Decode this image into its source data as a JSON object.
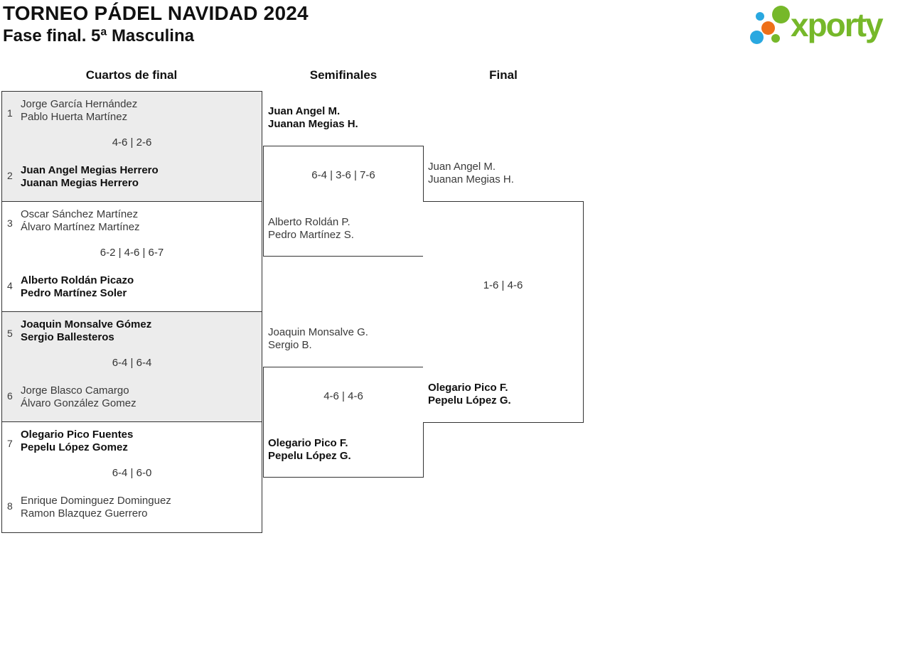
{
  "header": {
    "title": "TORNEO PÁDEL NAVIDAD 2024",
    "subtitle": "Fase final. 5ª Masculina"
  },
  "logo": {
    "text": "xporty",
    "green": "#76b82a",
    "blue": "#29a8e0",
    "orange": "#ee7019"
  },
  "rounds": {
    "quarterfinals": "Cuartos de final",
    "semifinals": "Semifinales",
    "final": "Final"
  },
  "colors": {
    "shaded_box_bg": "#ececec",
    "border": "#333333",
    "winner_text": "#101010",
    "regular_text": "#3a3a3a"
  },
  "bracket": {
    "quarterfinals": [
      {
        "seeds": [
          "1",
          "2"
        ],
        "top": {
          "p1": "Jorge García Hernández",
          "p2": "Pablo Huerta Martínez",
          "winner": false
        },
        "score": "4-6 | 2-6",
        "bottom": {
          "p1": "Juan Angel Megias Herrero",
          "p2": "Juanan Megias Herrero",
          "winner": true
        }
      },
      {
        "seeds": [
          "3",
          "4"
        ],
        "top": {
          "p1": "Oscar Sánchez Martínez",
          "p2": "Álvaro Martínez Martínez",
          "winner": false
        },
        "score": "6-2 | 4-6 | 6-7",
        "bottom": {
          "p1": "Alberto Roldán Picazo",
          "p2": "Pedro Martínez Soler",
          "winner": true
        }
      },
      {
        "seeds": [
          "5",
          "6"
        ],
        "top": {
          "p1": "Joaquin Monsalve Gómez",
          "p2": "Sergio Ballesteros",
          "winner": true
        },
        "score": "6-4 | 6-4",
        "bottom": {
          "p1": "Jorge Blasco Camargo",
          "p2": "Álvaro González Gomez",
          "winner": false
        }
      },
      {
        "seeds": [
          "7",
          "8"
        ],
        "top": {
          "p1": "Olegario Pico Fuentes",
          "p2": "Pepelu López Gomez",
          "winner": true
        },
        "score": "6-4 | 6-0",
        "bottom": {
          "p1": "Enrique Dominguez Dominguez",
          "p2": "Ramon Blazquez Guerrero",
          "winner": false
        }
      }
    ],
    "semifinals": [
      {
        "top": {
          "p1": "Juan Angel M.",
          "p2": "Juanan Megias H.",
          "winner": true
        },
        "score": "6-4 | 3-6 | 7-6",
        "bottom": {
          "p1": "Alberto Roldán P.",
          "p2": "Pedro Martínez S.",
          "winner": false
        }
      },
      {
        "top": {
          "p1": "Joaquin Monsalve G.",
          "p2": "Sergio B.",
          "winner": false
        },
        "score": "4-6 | 4-6",
        "bottom": {
          "p1": "Olegario Pico F.",
          "p2": "Pepelu López G.",
          "winner": true
        }
      }
    ],
    "final": {
      "top": {
        "p1": "Juan Angel M.",
        "p2": "Juanan Megias H.",
        "winner": false
      },
      "score": "1-6 | 4-6",
      "bottom": {
        "p1": "Olegario Pico F.",
        "p2": "Pepelu López G.",
        "winner": true
      }
    }
  }
}
